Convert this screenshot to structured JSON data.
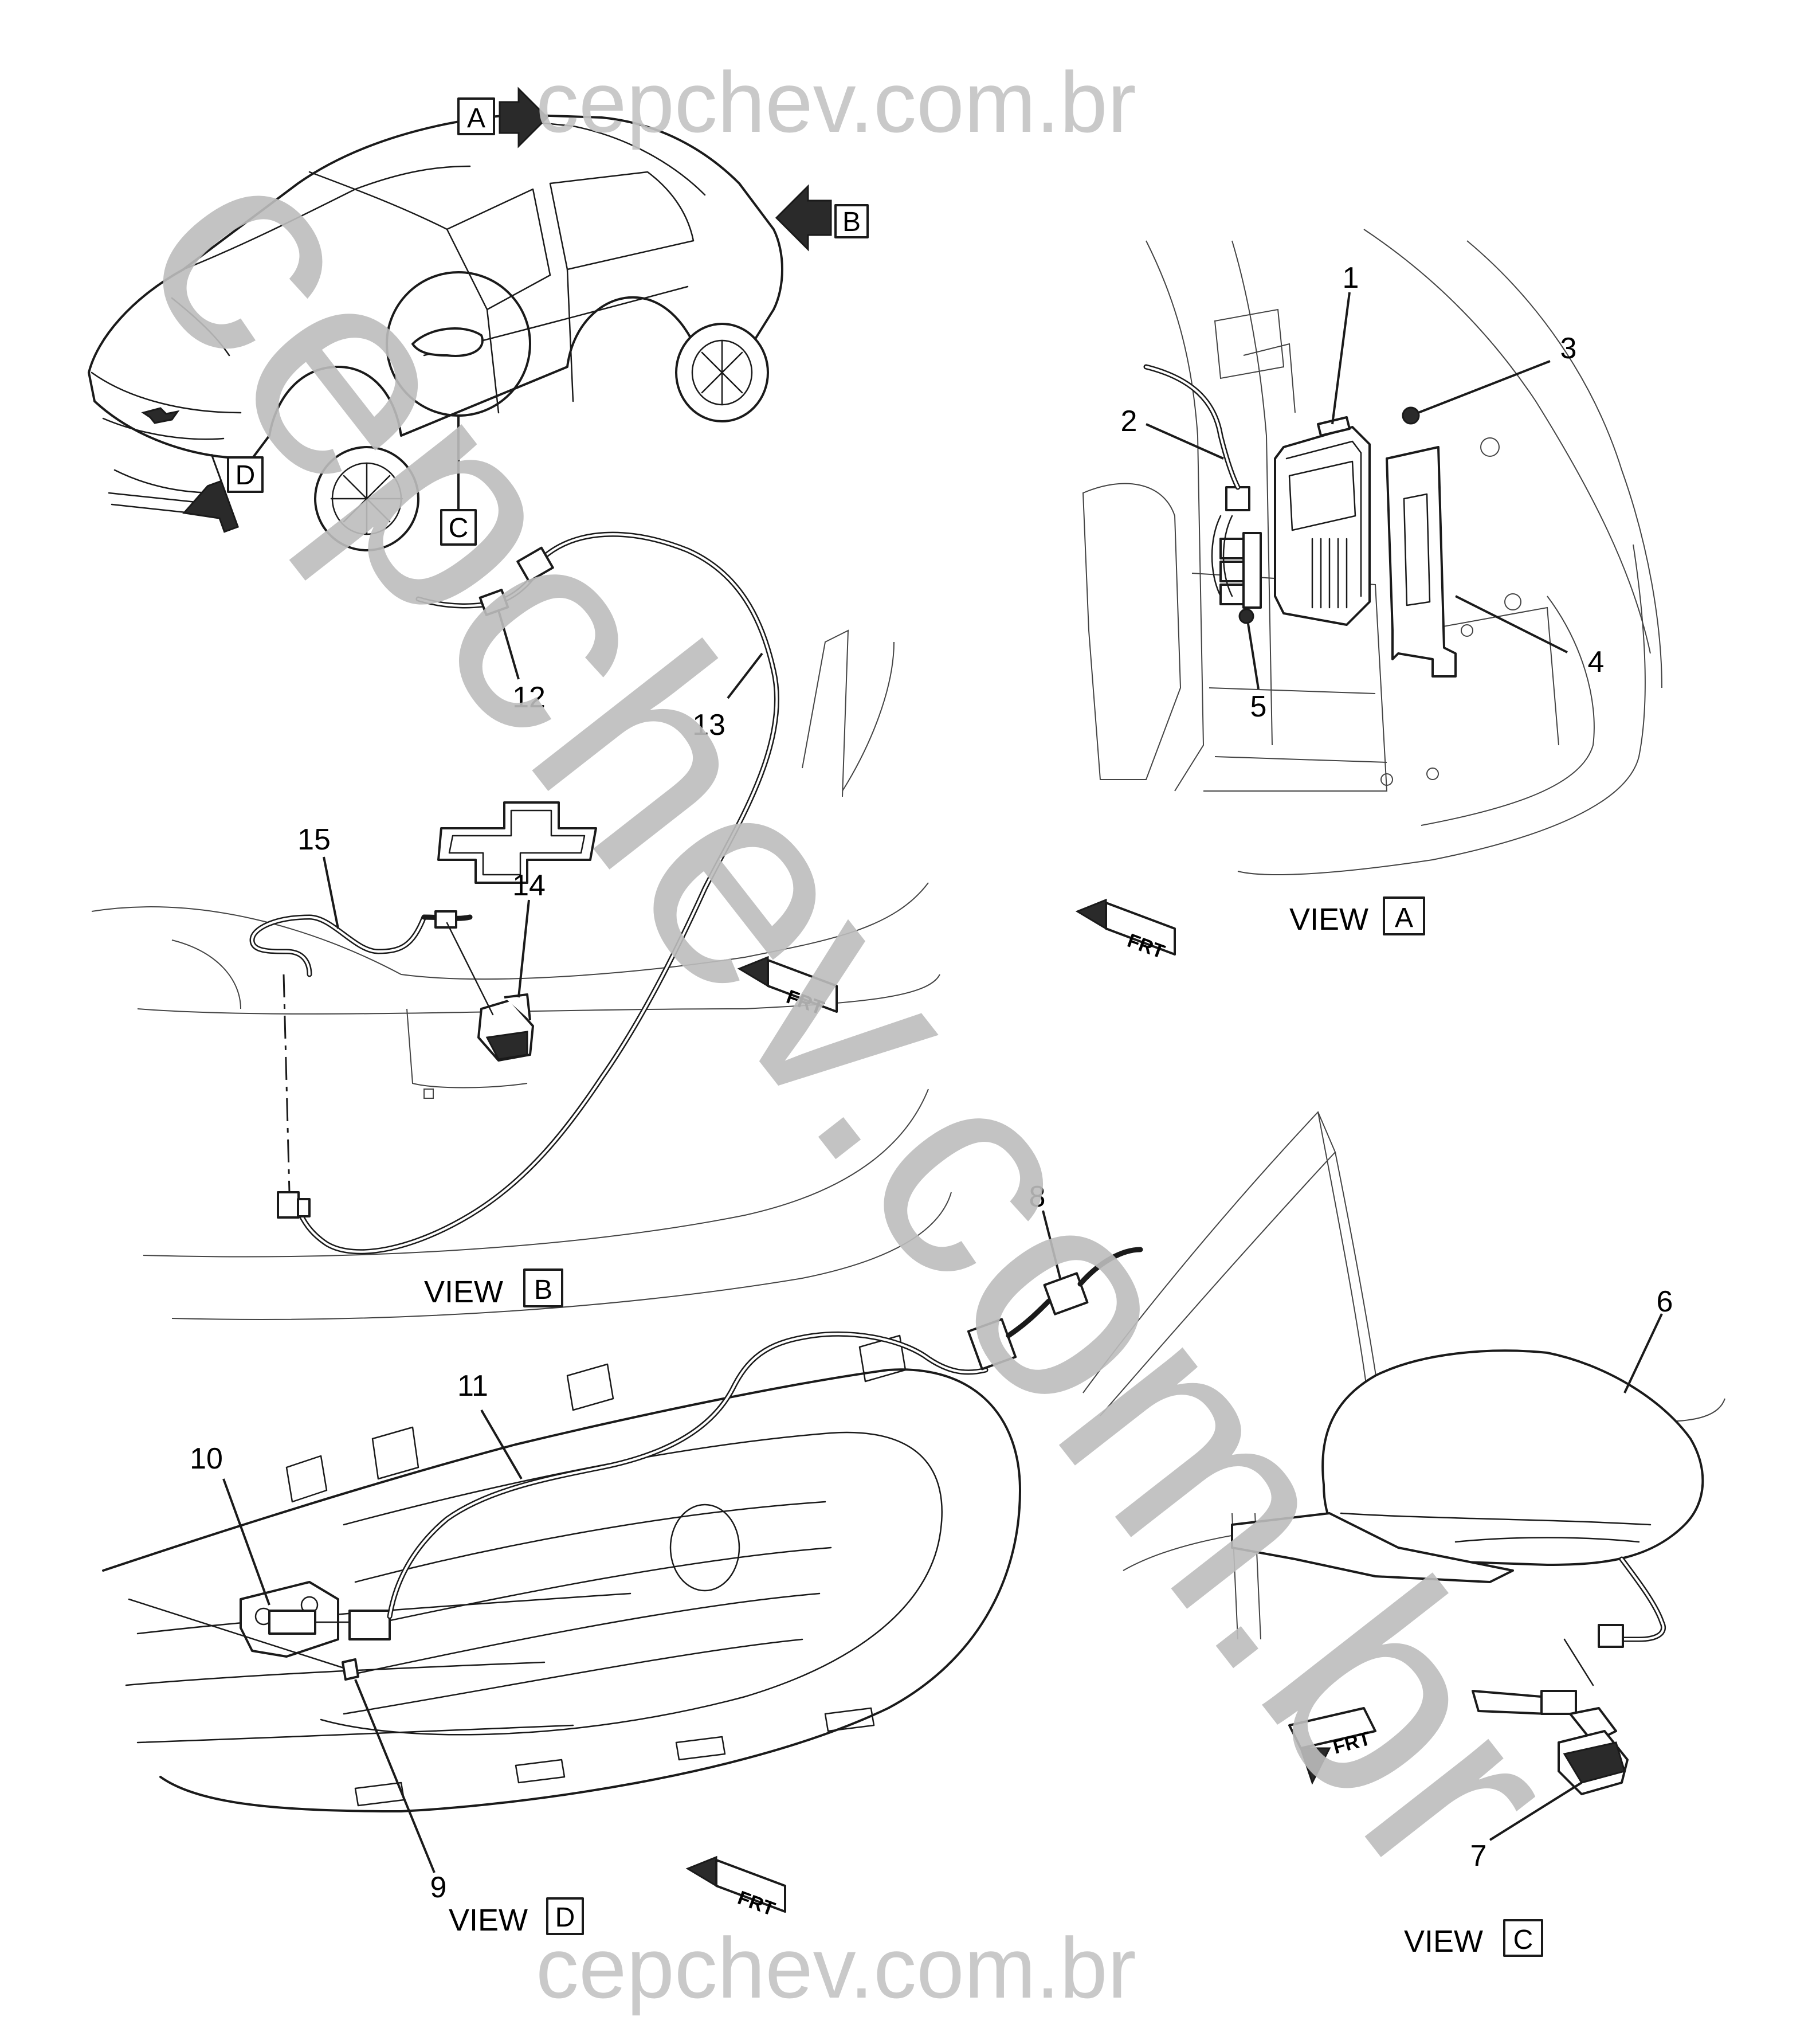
{
  "watermark": {
    "top": "cepchev.com.br",
    "bottom": "cepchev.com.br",
    "diagonal": "cepchev.com.br"
  },
  "overview": {
    "view_markers": [
      "A",
      "B",
      "C",
      "D"
    ]
  },
  "callouts": [
    "1",
    "2",
    "3",
    "4",
    "5",
    "6",
    "7",
    "8",
    "9",
    "10",
    "11",
    "12",
    "13",
    "14",
    "15"
  ],
  "views": {
    "a": {
      "word": "VIEW",
      "letter": "A"
    },
    "b": {
      "word": "VIEW",
      "letter": "B"
    },
    "c": {
      "word": "VIEW",
      "letter": "C"
    },
    "d": {
      "word": "VIEW",
      "letter": "D"
    }
  },
  "frt_label": "FRT",
  "colors": {
    "ink": "#1a1a1a",
    "watermark": "#bdbdbd"
  }
}
